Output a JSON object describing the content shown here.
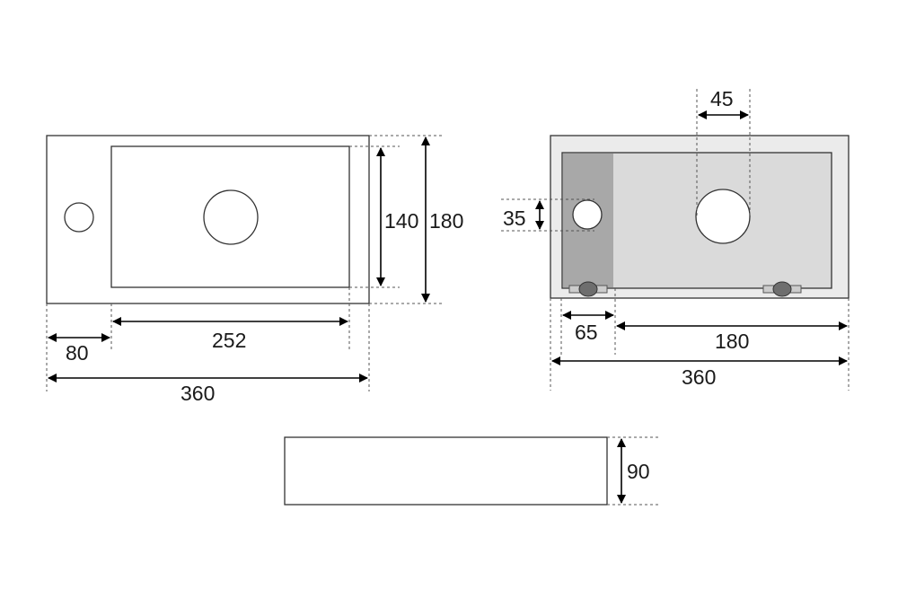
{
  "views": {
    "top": {
      "dimensions": {
        "inner_width": "252",
        "offset": "80",
        "total_width": "360",
        "inner_depth": "140",
        "total_depth": "180"
      }
    },
    "bottom": {
      "dimensions": {
        "drain_width": "45",
        "tap_hole": "35",
        "offset": "65",
        "span": "180",
        "total_width": "360"
      }
    },
    "side": {
      "dimensions": {
        "height": "90"
      }
    }
  },
  "colors": {
    "line": "#333333",
    "panel_fill": "#ebebeb",
    "inner_fill": "#dadada",
    "dark_panel": "#a8a8a8",
    "bracket_fill": "#cccccc",
    "knob_fill": "#6e6e6e"
  }
}
